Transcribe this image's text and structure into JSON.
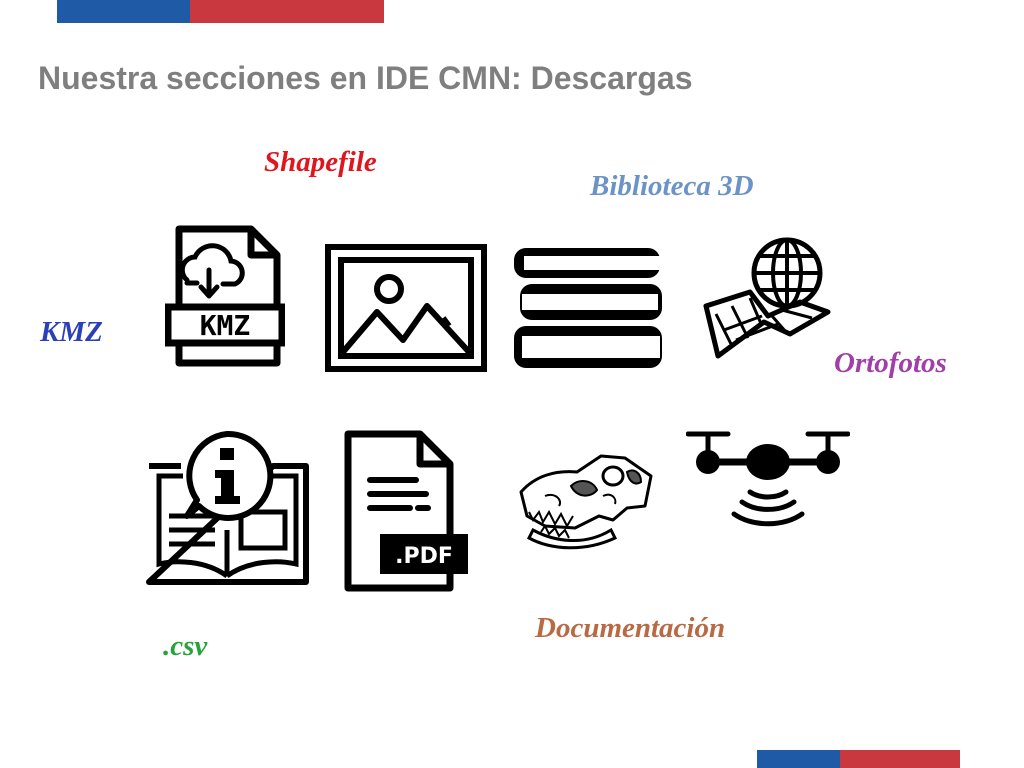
{
  "title": "Nuestra secciones en IDE CMN: Descargas",
  "colors": {
    "blue_bar": "#1f5aa6",
    "red_bar": "#c9373f",
    "title": "#7f7f7f"
  },
  "labels": {
    "shapefile": {
      "text": "Shapefile",
      "color": "#e0161e"
    },
    "biblioteca": {
      "text": "Biblioteca 3D",
      "color": "#6b93c8"
    },
    "kmz": {
      "text": "KMZ",
      "color": "#2a3fb8"
    },
    "ortofotos": {
      "text": "Ortofotos",
      "color": "#a13ea8"
    },
    "csv": {
      "text": ".csv",
      "color": "#27a23d"
    },
    "documentacion": {
      "text": "Documentación",
      "color": "#b86a44"
    }
  },
  "icons": {
    "kmz_file": {
      "name": "kmz-file-icon",
      "caption": "KMZ"
    },
    "image": {
      "name": "image-icon"
    },
    "books": {
      "name": "books-icon"
    },
    "globe_map": {
      "name": "globe-map-icon"
    },
    "info_book": {
      "name": "info-book-icon"
    },
    "pdf_file": {
      "name": "pdf-file-icon",
      "caption": ".PDF"
    },
    "dinosaur_skull": {
      "name": "dinosaur-skull-icon"
    },
    "drone": {
      "name": "drone-icon"
    }
  }
}
